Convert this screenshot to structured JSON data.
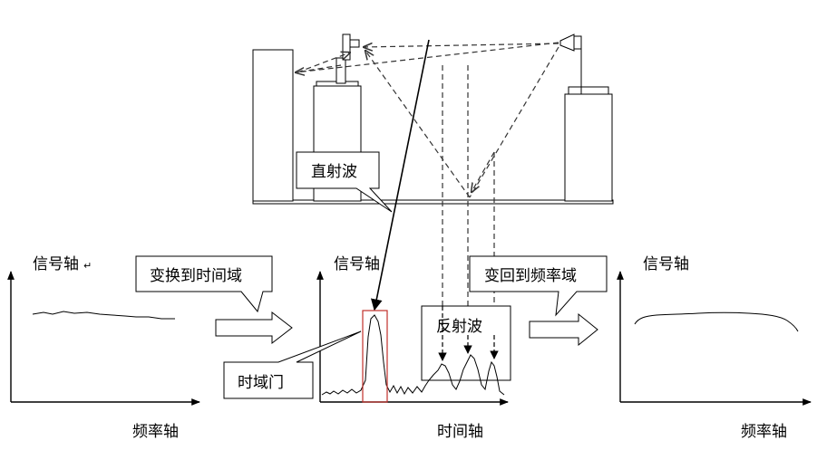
{
  "left_panel": {
    "y_axis_label": "信号轴",
    "y_axis_suffix": "↵",
    "x_axis_label": "频率轴"
  },
  "middle_panel": {
    "y_axis_label": "信号轴",
    "x_axis_label": "时间轴"
  },
  "right_panel": {
    "y_axis_label": "信号轴",
    "x_axis_label": "频率轴"
  },
  "callouts": {
    "direct_wave": "直射波",
    "to_time_domain": "变换到时间域",
    "back_to_frequency": "变回到频率域",
    "reflected_wave": "反射波",
    "time_gate": "时域门"
  },
  "colors": {
    "line": "#000000",
    "dashed": "#333333",
    "time_gate_box": "#c0302a",
    "callout_fill": "#ffffff"
  }
}
